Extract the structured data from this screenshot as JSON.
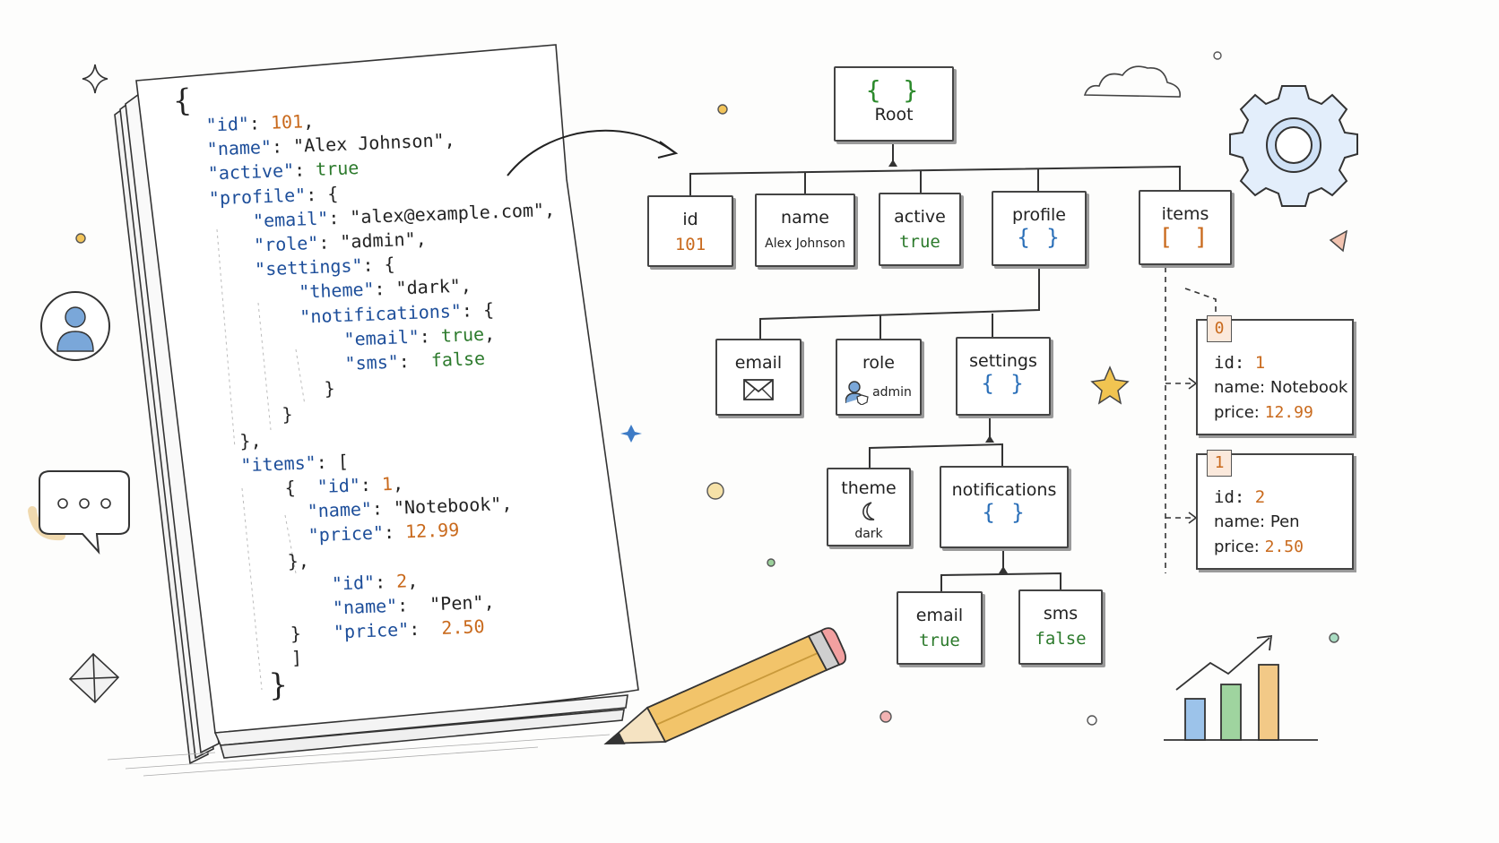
{
  "json_code": {
    "lines": [
      [
        {
          "t": "{",
          "c": "brace"
        }
      ],
      [
        {
          "t": "\"id\"",
          "c": "k"
        },
        {
          "t": ": ",
          "c": "s"
        },
        {
          "t": "101",
          "c": "n"
        },
        {
          "t": ",",
          "c": "s"
        }
      ],
      [
        {
          "t": "\"name\"",
          "c": "k"
        },
        {
          "t": ": \"Alex Johnson\",",
          "c": "s"
        }
      ],
      [
        {
          "t": "\"active\"",
          "c": "k"
        },
        {
          "t": ": ",
          "c": "s"
        },
        {
          "t": "true",
          "c": "b"
        }
      ],
      [
        {
          "t": "\"profile\"",
          "c": "k"
        },
        {
          "t": ": {",
          "c": "s"
        }
      ],
      [
        {
          "t": "\"email\"",
          "c": "k"
        },
        {
          "t": ": \"alex@example.com\",",
          "c": "s"
        }
      ],
      [
        {
          "t": "\"role\"",
          "c": "k"
        },
        {
          "t": ": \"admin\",",
          "c": "s"
        }
      ],
      [
        {
          "t": "\"settings\"",
          "c": "k"
        },
        {
          "t": ": {",
          "c": "s"
        }
      ],
      [
        {
          "t": "\"theme\"",
          "c": "k"
        },
        {
          "t": ": \"dark\",",
          "c": "s"
        }
      ],
      [
        {
          "t": "\"notifications\"",
          "c": "k"
        },
        {
          "t": ": {",
          "c": "s"
        }
      ],
      [
        {
          "t": "\"email\"",
          "c": "k"
        },
        {
          "t": ": ",
          "c": "s"
        },
        {
          "t": "true",
          "c": "b"
        },
        {
          "t": ",",
          "c": "s"
        }
      ],
      [
        {
          "t": "\"sms\"",
          "c": "k"
        },
        {
          "t": ":  ",
          "c": "s"
        },
        {
          "t": "false",
          "c": "b"
        }
      ],
      [
        {
          "t": "}",
          "c": "s"
        }
      ],
      [
        {
          "t": "}",
          "c": "s"
        }
      ],
      [
        {
          "t": "},",
          "c": "s"
        }
      ],
      [
        {
          "t": "\"items\"",
          "c": "k"
        },
        {
          "t": ": [",
          "c": "s"
        }
      ],
      [
        {
          "t": "{  ",
          "c": "s"
        },
        {
          "t": "\"id\"",
          "c": "k"
        },
        {
          "t": ": ",
          "c": "s"
        },
        {
          "t": "1",
          "c": "n"
        },
        {
          "t": ",",
          "c": "s"
        }
      ],
      [
        {
          "t": "\"name\"",
          "c": "k"
        },
        {
          "t": ": \"Notebook\",",
          "c": "s"
        }
      ],
      [
        {
          "t": "\"price\"",
          "c": "k"
        },
        {
          "t": ": ",
          "c": "s"
        },
        {
          "t": "12.99",
          "c": "n"
        }
      ],
      [
        {
          "t": "},",
          "c": "s"
        }
      ],
      [
        {
          "t": "\"id\"",
          "c": "k"
        },
        {
          "t": ": ",
          "c": "s"
        },
        {
          "t": "2",
          "c": "n"
        },
        {
          "t": ",",
          "c": "s"
        }
      ],
      [
        {
          "t": "\"name\"",
          "c": "k"
        },
        {
          "t": ":  \"Pen\",",
          "c": "s"
        }
      ],
      [
        {
          "t": "}   ",
          "c": "s"
        },
        {
          "t": "\"price\"",
          "c": "k"
        },
        {
          "t": ":  ",
          "c": "s"
        },
        {
          "t": "2.50",
          "c": "n"
        }
      ],
      [
        {
          "t": "]",
          "c": "s"
        }
      ],
      [
        {
          "t": "}",
          "c": "brace"
        }
      ]
    ]
  },
  "tree": {
    "root": {
      "label": "Root",
      "glyph": "{ }"
    },
    "level1": [
      {
        "key": "id",
        "value": "101",
        "kind": "number"
      },
      {
        "key": "name",
        "value": "Alex Johnson",
        "kind": "string"
      },
      {
        "key": "active",
        "value": "true",
        "kind": "boolean"
      },
      {
        "key": "profile",
        "value": "{ }",
        "kind": "object"
      },
      {
        "key": "items",
        "value": "[ ]",
        "kind": "array"
      }
    ],
    "profile_children": [
      {
        "key": "email",
        "icon": "envelope-icon"
      },
      {
        "key": "role",
        "value": "admin",
        "icon": "user-shield-icon"
      },
      {
        "key": "settings",
        "value": "{ }",
        "kind": "object"
      }
    ],
    "settings_children": [
      {
        "key": "theme",
        "value": "dark",
        "icon": "moon-icon"
      },
      {
        "key": "notifications",
        "value": "{ }",
        "kind": "object"
      }
    ],
    "notifications_children": [
      {
        "key": "email",
        "value": "true",
        "kind": "boolean"
      },
      {
        "key": "sms",
        "value": "false",
        "kind": "boolean"
      }
    ],
    "items": [
      {
        "index": "0",
        "id_label": "id:",
        "id": "1",
        "name_label": "name:",
        "name": "Notebook",
        "price_label": "price:",
        "price": "12.99"
      },
      {
        "index": "1",
        "id_label": "id:",
        "id": "2",
        "name_label": "name:",
        "name": "Pen",
        "price_label": "price:",
        "price": "2.50"
      }
    ]
  },
  "colors": {
    "key": "#1d4e9a",
    "number": "#c96a1d",
    "boolean": "#2c7a2c",
    "object_glyph": "#2a6fb8",
    "ink": "#333333"
  },
  "decorations": [
    "sparkle-icon",
    "user-avatar-icon",
    "chat-bubble-icon",
    "diamond-icon",
    "pencil-icon",
    "cloud-icon",
    "gear-icon",
    "star-icon",
    "triangle-icon",
    "bar-chart-icon"
  ]
}
